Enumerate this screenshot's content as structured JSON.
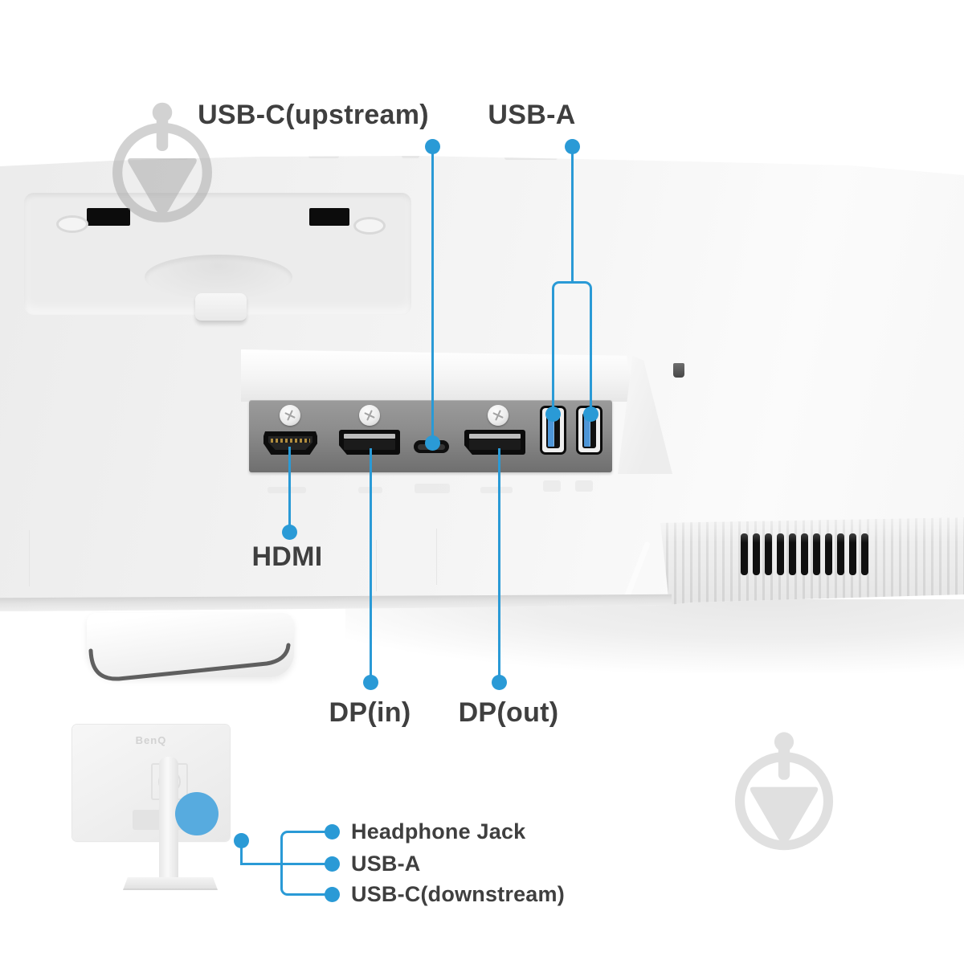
{
  "meta": {
    "description": "Monitor rear connectivity callout diagram"
  },
  "colors": {
    "callout_blue": "#2a9ad6",
    "highlight_circle_blue": "#57abdf",
    "usb_tongue_blue": "#4e96d8",
    "label_text": "#3f3f3f",
    "panel_gray": "#8d8d8d",
    "port_black": "#0d0d0d",
    "monitor_light": "#f2f2f2",
    "watermark_gray_dark": "#a6a6a6",
    "watermark_gray_light": "#cccccc"
  },
  "labels": {
    "usb_c_upstream": "USB-C(upstream)",
    "usb_a_top": "USB-A",
    "hdmi": "HDMI",
    "dp_in": "DP(in)",
    "dp_out": "DP(out)",
    "headphone_jack": "Headphone Jack",
    "usb_a_side": "USB-A",
    "usb_c_downstream": "USB-C(downstream)"
  },
  "ports": {
    "panel_order": [
      "HDMI",
      "DP(in)",
      "USB-C(upstream)",
      "DP(out)",
      "USB-A",
      "USB-A"
    ],
    "side_order": [
      "Headphone Jack",
      "USB-A",
      "USB-C(downstream)"
    ]
  },
  "mini_monitor": {
    "logo": "BenQ"
  },
  "icons": {
    "watermark": "pin-circle-down-triangle-icon",
    "screw": "phillips-screw-icon",
    "speaker": "speaker-grille-slots"
  }
}
